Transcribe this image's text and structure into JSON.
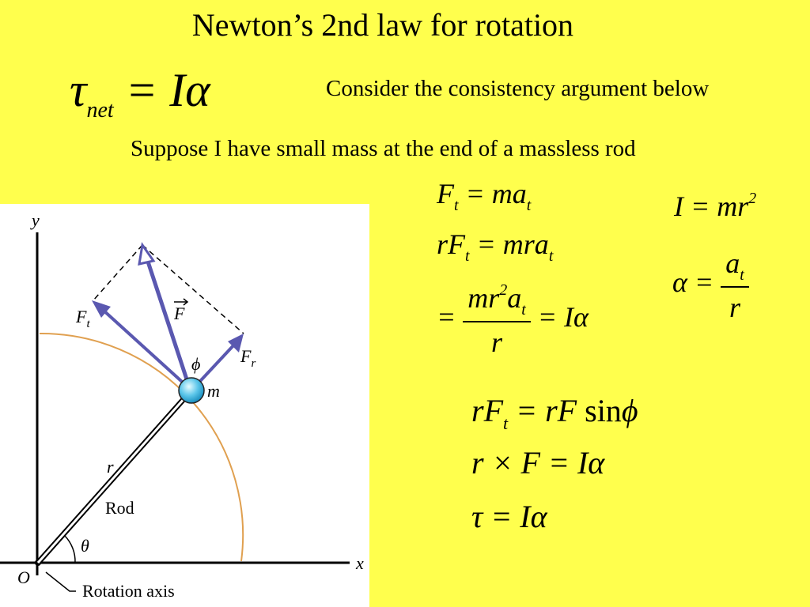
{
  "title": "Newton’s 2nd law for rotation",
  "main_equation": {
    "tau": "τ",
    "sub": "net",
    "rhs": "= Iα"
  },
  "consider_text": "Consider the consistency argument below",
  "suppose_text": "Suppose I have small mass at the end of a massless rod",
  "equations": {
    "eq1": {
      "lhs": "F",
      "lhs_sub": "t",
      "rhs": "= ma",
      "rhs_sub": "t"
    },
    "eq2": {
      "lhs": "rF",
      "lhs_sub": "t",
      "rhs": "= mra",
      "rhs_sub": "t"
    },
    "eq3": {
      "prefix": "=",
      "num": "mr",
      "num_sup": "2",
      "num_tail": "a",
      "num_sub": "t",
      "den": "r",
      "rhs": "= Iα"
    },
    "moment": {
      "lhs": "I = mr",
      "sup": "2"
    },
    "alpha": {
      "lhs": "α =",
      "num": "a",
      "num_sub": "t",
      "den": "r"
    },
    "eq4": {
      "lhs": "rF",
      "lhs_sub": "t",
      "rhs": "= rF",
      "func": "sin",
      "var": "ϕ"
    },
    "eq5": "r × F = Iα",
    "eq6": "τ = Iα"
  },
  "diagram": {
    "y_axis": "y",
    "x_axis": "x",
    "origin": "O",
    "force_tangential": "F",
    "force_tangential_sub": "t",
    "force": "F",
    "force_radial": "F",
    "force_radial_sub": "r",
    "phi": "ϕ",
    "mass": "m",
    "radius": "r",
    "rod": "Rod",
    "theta": "θ",
    "rotation_axis": "Rotation axis",
    "colors": {
      "force": "#5a58b0",
      "arc": "#e0a050",
      "ball": "#5cc6ea"
    }
  }
}
